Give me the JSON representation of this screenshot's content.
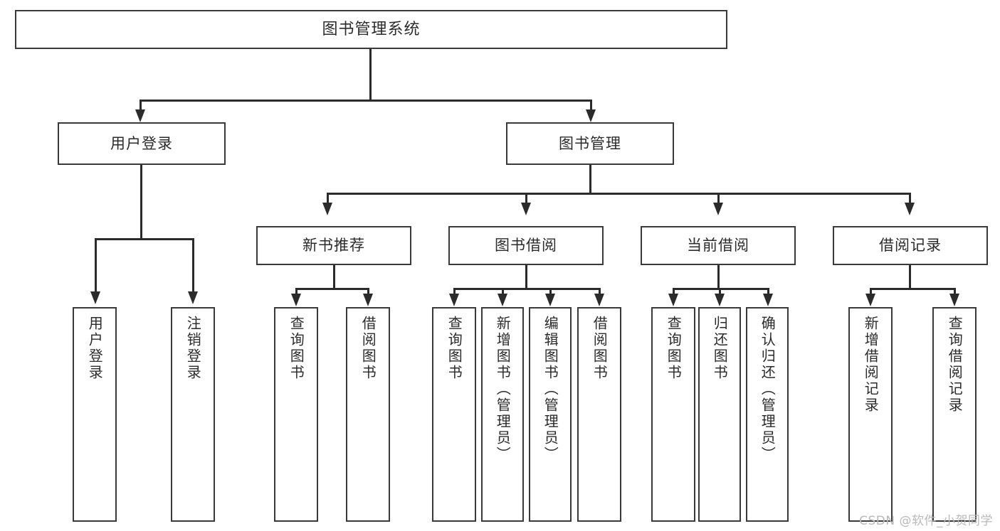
{
  "diagram": {
    "title": "图书管理系统",
    "type": "tree-hierarchy-chart",
    "watermark": "CSDN @软件_小贺同学",
    "root": {
      "label": "图书管理系统"
    },
    "level2": [
      {
        "label": "用户登录"
      },
      {
        "label": "图书管理"
      }
    ],
    "level3": [
      {
        "label": "新书推荐"
      },
      {
        "label": "图书借阅"
      },
      {
        "label": "当前借阅"
      },
      {
        "label": "借阅记录"
      }
    ],
    "leaves": {
      "user_login": [
        {
          "label": "用户登录"
        },
        {
          "label": "注销登录"
        }
      ],
      "new_book_recommend": [
        {
          "label": "查询图书"
        },
        {
          "label": "借阅图书"
        }
      ],
      "book_borrow": [
        {
          "label": "查询图书"
        },
        {
          "label": "新增图书（管理员）"
        },
        {
          "label": "编辑图书（管理员）"
        },
        {
          "label": "借阅图书"
        }
      ],
      "current_borrow": [
        {
          "label": "查询图书"
        },
        {
          "label": "归还图书"
        },
        {
          "label": "确认归还（管理员）"
        }
      ],
      "borrow_record": [
        {
          "label": "新增借阅记录"
        },
        {
          "label": "查询借阅记录"
        }
      ]
    },
    "colors": {
      "border": "#3a3a3a",
      "line": "#2b2b2b",
      "text": "#2b2b2b",
      "background": "#ffffff",
      "watermark": "#b9b9b9"
    }
  }
}
